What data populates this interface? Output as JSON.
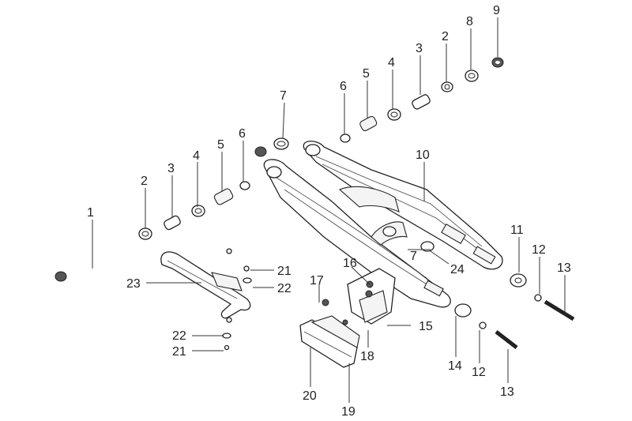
{
  "callouts": [
    {
      "id": "c1",
      "text": "1"
    },
    {
      "id": "c2a",
      "text": "2"
    },
    {
      "id": "c3a",
      "text": "3"
    },
    {
      "id": "c4a",
      "text": "4"
    },
    {
      "id": "c5a",
      "text": "5"
    },
    {
      "id": "c6a",
      "text": "6"
    },
    {
      "id": "c7a",
      "text": "7"
    },
    {
      "id": "c6b",
      "text": "6"
    },
    {
      "id": "c5b",
      "text": "5"
    },
    {
      "id": "c4b",
      "text": "4"
    },
    {
      "id": "c3b",
      "text": "3"
    },
    {
      "id": "c2b",
      "text": "2"
    },
    {
      "id": "c8",
      "text": "8"
    },
    {
      "id": "c9",
      "text": "9"
    },
    {
      "id": "c10",
      "text": "10"
    },
    {
      "id": "c11",
      "text": "11"
    },
    {
      "id": "c12a",
      "text": "12"
    },
    {
      "id": "c13a",
      "text": "13"
    },
    {
      "id": "c7b",
      "text": "7"
    },
    {
      "id": "c24",
      "text": "24"
    },
    {
      "id": "c21a",
      "text": "21"
    },
    {
      "id": "c22a",
      "text": "22"
    },
    {
      "id": "c23",
      "text": "23"
    },
    {
      "id": "c16",
      "text": "16"
    },
    {
      "id": "c17",
      "text": "17"
    },
    {
      "id": "c15",
      "text": "15"
    },
    {
      "id": "c22b",
      "text": "22"
    },
    {
      "id": "c21b",
      "text": "21"
    },
    {
      "id": "c18",
      "text": "18"
    },
    {
      "id": "c14",
      "text": "14"
    },
    {
      "id": "c12b",
      "text": "12"
    },
    {
      "id": "c13b",
      "text": "13"
    },
    {
      "id": "c20",
      "text": "20"
    },
    {
      "id": "c19",
      "text": "19"
    }
  ]
}
